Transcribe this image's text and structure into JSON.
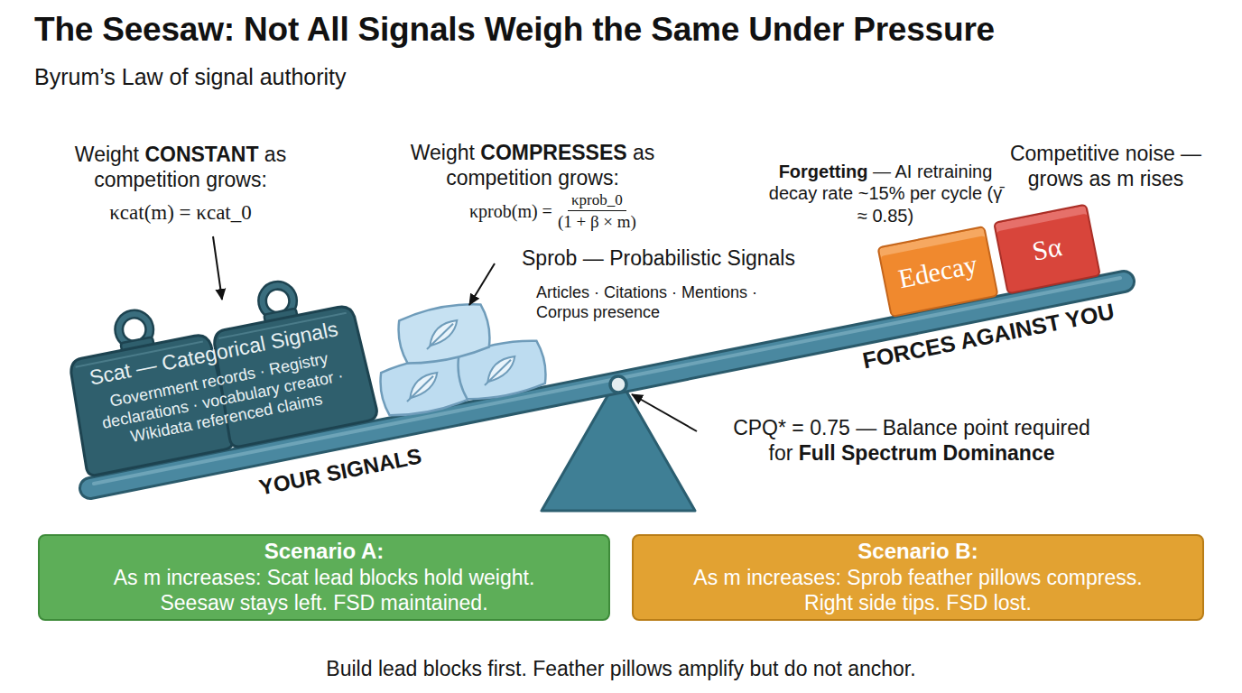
{
  "diagram": {
    "title": "The Seesaw: Not All Signals Weigh the Same Under Pressure",
    "caption": "Build lead blocks first. Feather pillows amplify but do not anchor.",
    "nodes": [
      {
        "text": [
          "Scat — Categorical Signals",
          "Government records · Registry declarations · vocabulary creator · Wikidata referenced claims"
        ]
      },
      {
        "text": [
          "Edecay"
        ]
      },
      {
        "text": [
          "Sα"
        ]
      },
      {
        "text": [
          "Scenario A:",
          "As m increases: Scat lead blocks hold weight. Seesaw stays left. FSD maintained."
        ]
      },
      {
        "text": [
          "Scenario B:",
          "As m increases: Sprob feather pillows compress. Right side tips. FSD lost."
        ]
      }
    ],
    "labels": [
      "Byrum’s Law of signal authority",
      "Weight",
      "CONSTANT",
      "as competition grows:",
      "κcat(m) = κcat_0",
      "Weight",
      "COMPRESSES",
      "as competition grows:",
      "κprob(m) =",
      "κprob_0",
      "(1 + β × m)",
      "Sprob — Probabilistic Signals",
      "Articles · Citations · Mentions · Corpus presence",
      "Forgetting",
      "— AI retraining decay rate ~15% per cycle (γ̄ ≈ 0.85)",
      "Competitive noise — grows as m rises",
      "YOUR SIGNALS",
      "FORCES AGAINST YOU",
      "CPQ* = 0.75 — Balance point required",
      "for",
      "Full Spectrum Dominance"
    ]
  }
}
